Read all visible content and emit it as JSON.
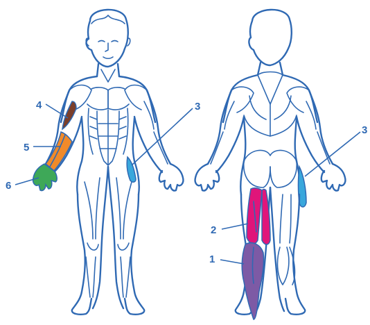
{
  "labels": {
    "front": [
      {
        "id": "4",
        "text": "4"
      },
      {
        "id": "5",
        "text": "5"
      },
      {
        "id": "6",
        "text": "6"
      },
      {
        "id": "3",
        "text": "3"
      }
    ],
    "back": [
      {
        "id": "3",
        "text": "3"
      },
      {
        "id": "2",
        "text": "2"
      },
      {
        "id": "1",
        "text": "1"
      }
    ]
  },
  "colors": {
    "outline": "#2f69b3",
    "muscle_1": "#7d5aa5",
    "muscle_2": "#e0157a",
    "muscle_3": "#39a7dc",
    "muscle_4": "#7b3f2b",
    "muscle_5": "#f08a2a",
    "muscle_6": "#3ea858"
  },
  "icons": [
    "front-body-figure",
    "back-body-figure"
  ]
}
